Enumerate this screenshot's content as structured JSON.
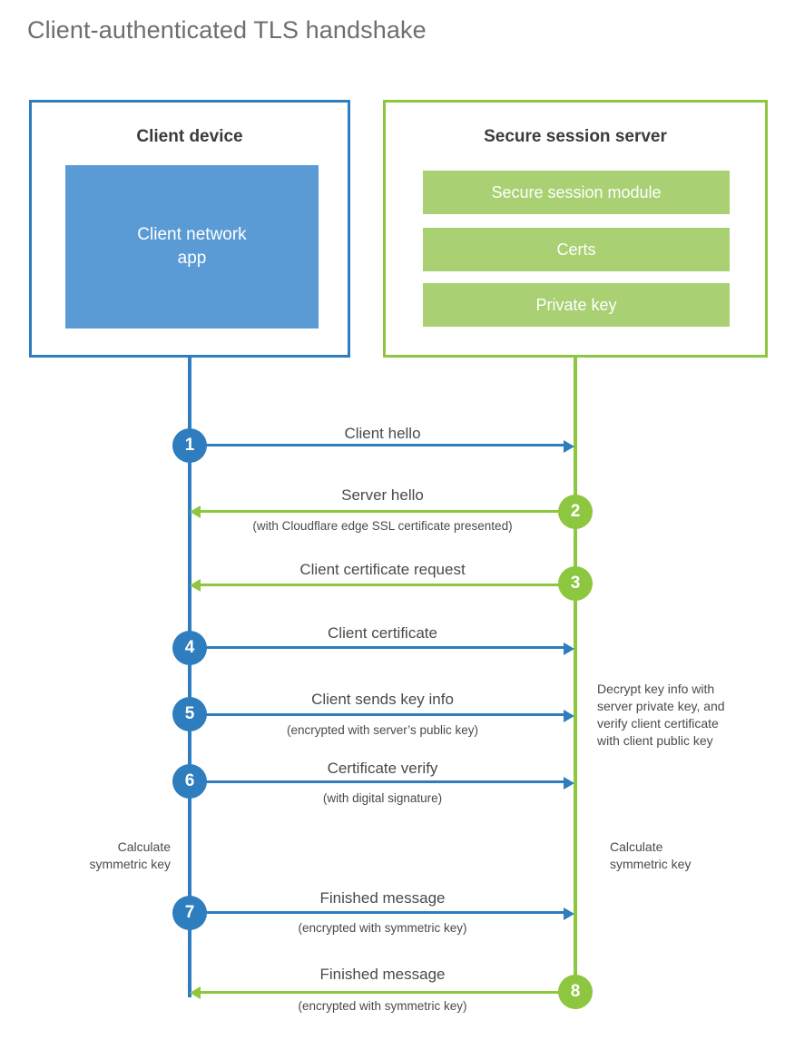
{
  "title": "Client-authenticated TLS handshake",
  "colors": {
    "client_blue": "#2e7dbe",
    "client_app_fill": "#5b9bd5",
    "server_green": "#8dc63f",
    "server_block_fill": "#a9d072",
    "text": "#4a4a4a",
    "title_text": "#6d6e71"
  },
  "parties": {
    "client": {
      "title": "Client device",
      "block_label": "Client network\napp"
    },
    "server": {
      "title": "Secure session server",
      "blocks": [
        {
          "label": "Secure session module"
        },
        {
          "label": "Certs"
        },
        {
          "label": "Private key"
        }
      ]
    }
  },
  "steps": [
    {
      "number": "1",
      "label": "Client hello",
      "sub": "",
      "direction": "client-to-server",
      "color": "blue"
    },
    {
      "number": "2",
      "label": "Server hello",
      "sub": "(with Cloudflare edge SSL certificate presented)",
      "direction": "server-to-client",
      "color": "green"
    },
    {
      "number": "3",
      "label": "Client certificate request",
      "sub": "",
      "direction": "server-to-client",
      "color": "green"
    },
    {
      "number": "4",
      "label": "Client certificate",
      "sub": "",
      "direction": "client-to-server",
      "color": "blue"
    },
    {
      "number": "5",
      "label": "Client sends key info",
      "sub": "(encrypted with server’s public key)",
      "direction": "client-to-server",
      "color": "blue"
    },
    {
      "number": "6",
      "label": "Certificate verify",
      "sub": "(with digital signature)",
      "direction": "client-to-server",
      "color": "blue"
    },
    {
      "number": "7",
      "label": "Finished message",
      "sub": "(encrypted with symmetric key)",
      "direction": "client-to-server",
      "color": "blue"
    },
    {
      "number": "8",
      "label": "Finished message",
      "sub": "(encrypted with symmetric key)",
      "direction": "server-to-client",
      "color": "green"
    }
  ],
  "annotations": {
    "server_decrypt": "Decrypt key info with\nserver private key, and\nverify client certificate\nwith client public key",
    "client_calculate": "Calculate\nsymmetric key",
    "server_calculate": "Calculate\nsymmetric key"
  }
}
